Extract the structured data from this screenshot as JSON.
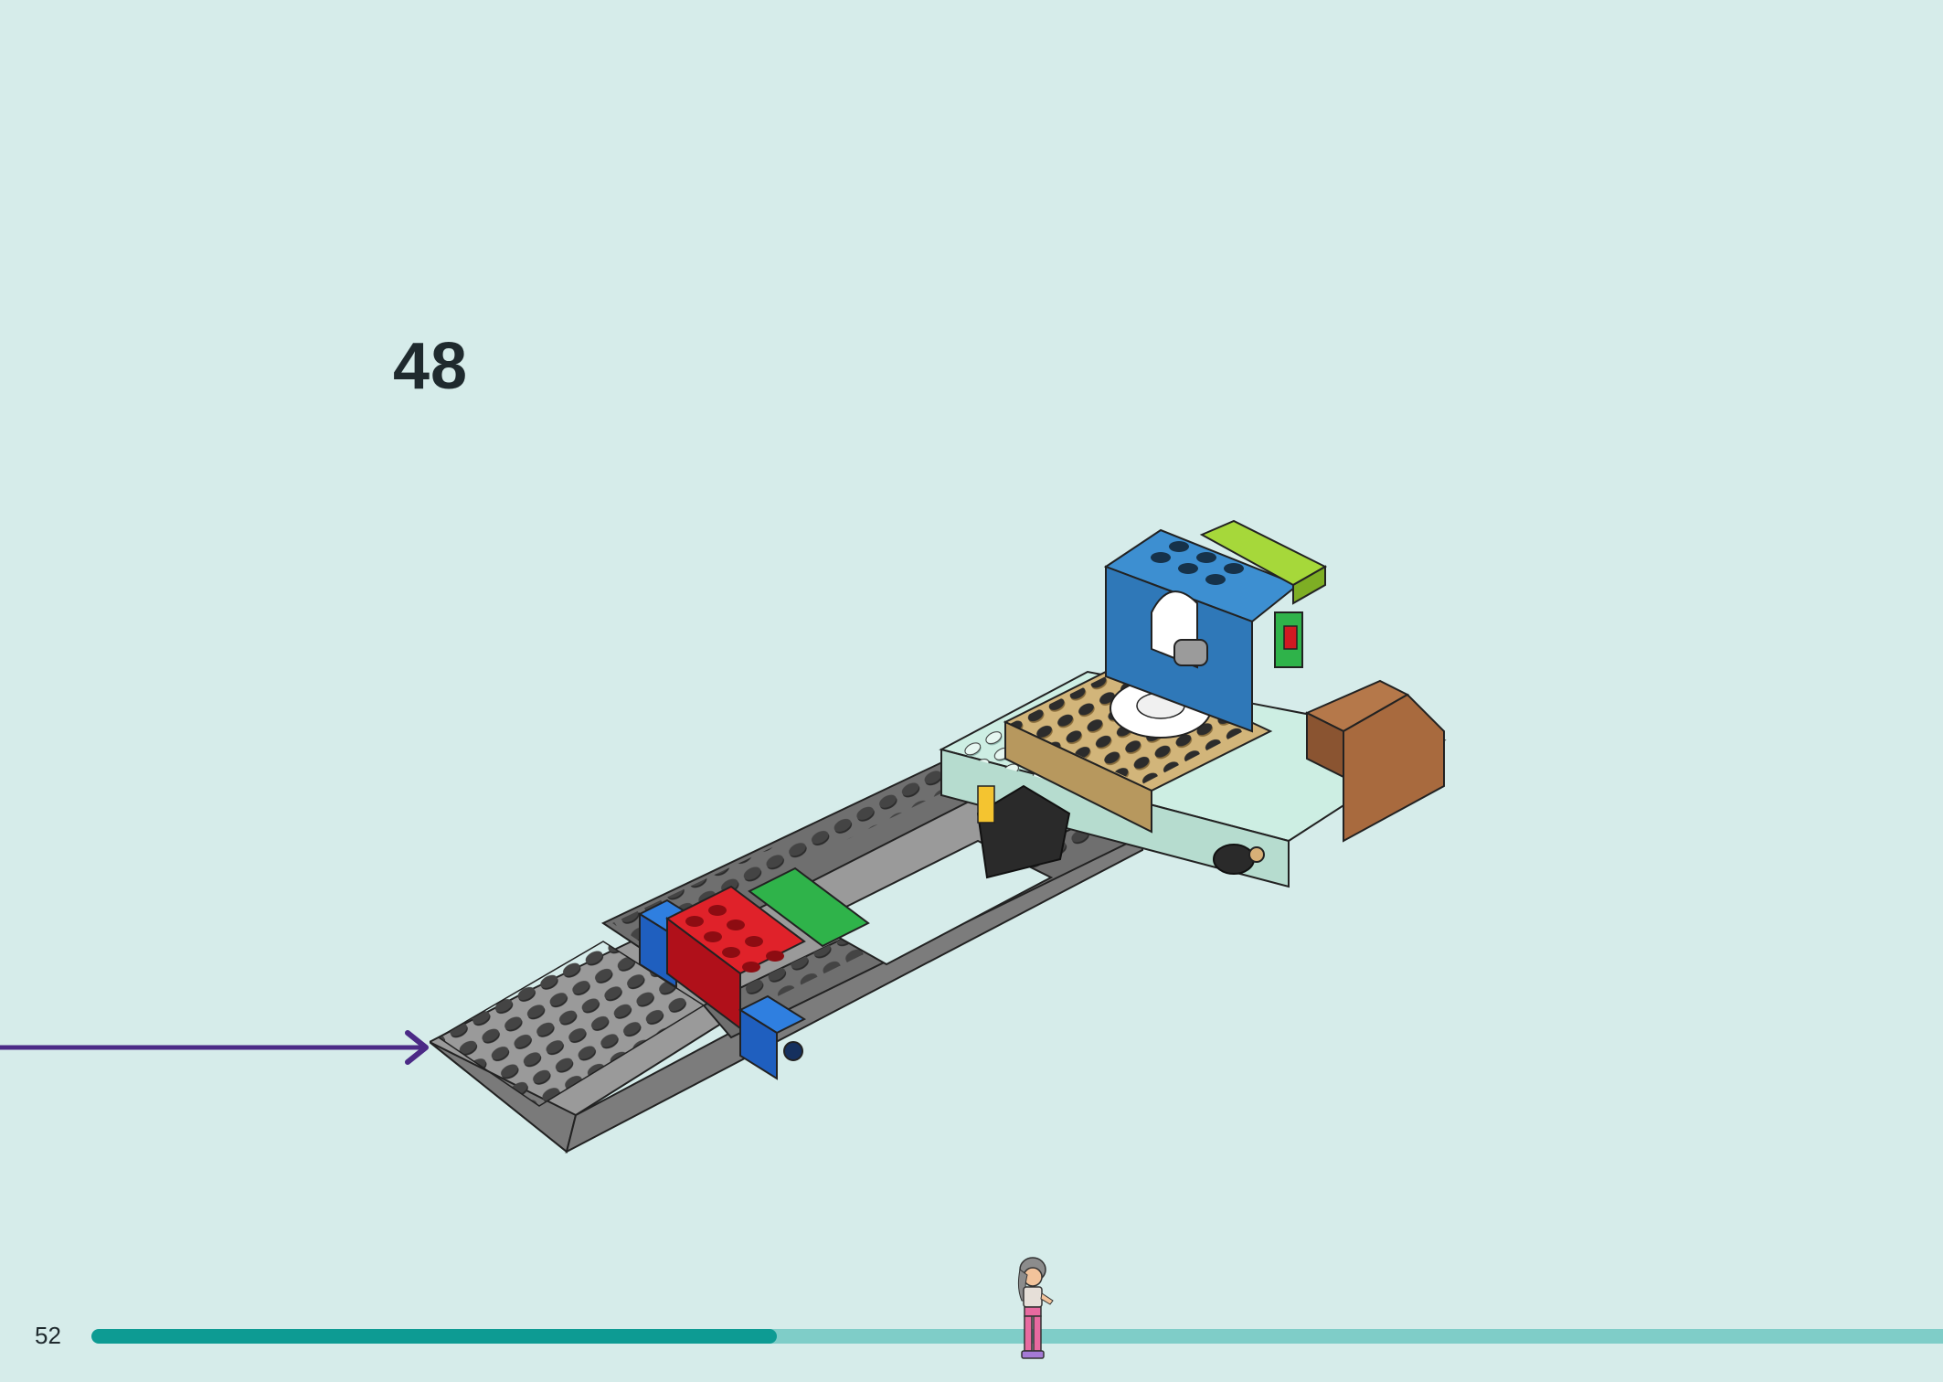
{
  "step": {
    "number": "48"
  },
  "page": {
    "number": "52"
  },
  "progress": {
    "fraction": 0.37
  },
  "colors": {
    "background": "#d6ecea",
    "progress_fill": "#0d9b93",
    "progress_track": "#7fcdc8",
    "arrow": "#4b2a86",
    "baseplate": "#9a9a9a",
    "brick_red": "#c8141c",
    "brick_blue": "#1f64c8",
    "brick_green": "#2fb34a",
    "brick_tan": "#d2b57a",
    "brick_lightaqua": "#cdeee3"
  },
  "icons": {
    "callout_arrow": "arrow-right-icon",
    "progress_marker": "minifigure-icon"
  }
}
